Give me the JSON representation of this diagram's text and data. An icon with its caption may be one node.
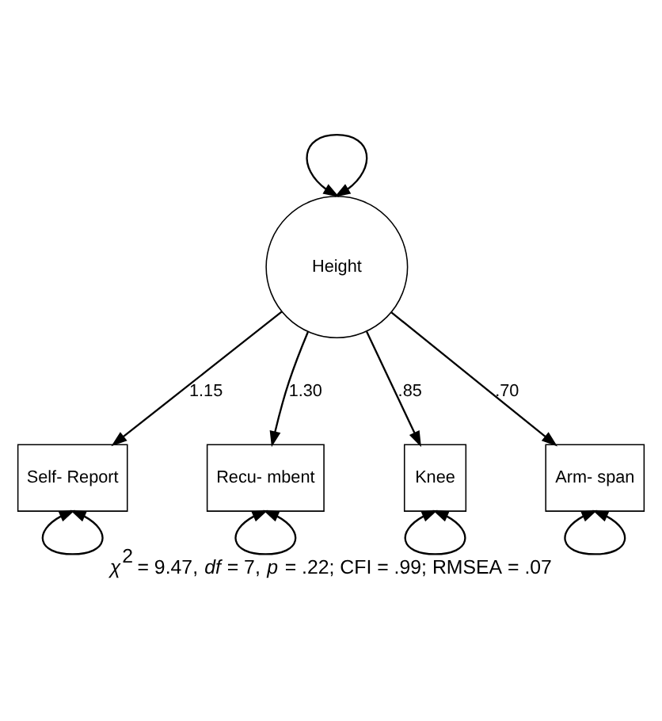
{
  "diagram": {
    "caption": "*χ*$^{2}$ = 9.47, *df* = 7, *p* = .22; CFI = .99; RMSEA = .07",
    "nodes": [
      {
        "text": [
          "Height"
        ]
      },
      {
        "text": [
          "Self- Report"
        ]
      },
      {
        "text": [
          "Recu- mbent"
        ]
      },
      {
        "text": [
          "Knee"
        ]
      },
      {
        "text": [
          "Arm- span"
        ]
      }
    ],
    "edges": [
      {
        "from": 0,
        "to": 0,
        "arrow": "both"
      },
      {
        "from": 0,
        "to": 1,
        "arrow": "to",
        "label": "1.15"
      },
      {
        "from": 0,
        "to": 2,
        "arrow": "to",
        "label": "1.30"
      },
      {
        "from": 0,
        "to": 3,
        "arrow": "to",
        "label": ".85"
      },
      {
        "from": 0,
        "to": 4,
        "arrow": "to",
        "label": ".70"
      },
      {
        "from": 1,
        "to": 1,
        "arrow": "both"
      },
      {
        "from": 2,
        "to": 2,
        "arrow": "both"
      },
      {
        "from": 3,
        "to": 3,
        "arrow": "both"
      },
      {
        "from": 4,
        "to": 4,
        "arrow": "both"
      }
    ]
  }
}
